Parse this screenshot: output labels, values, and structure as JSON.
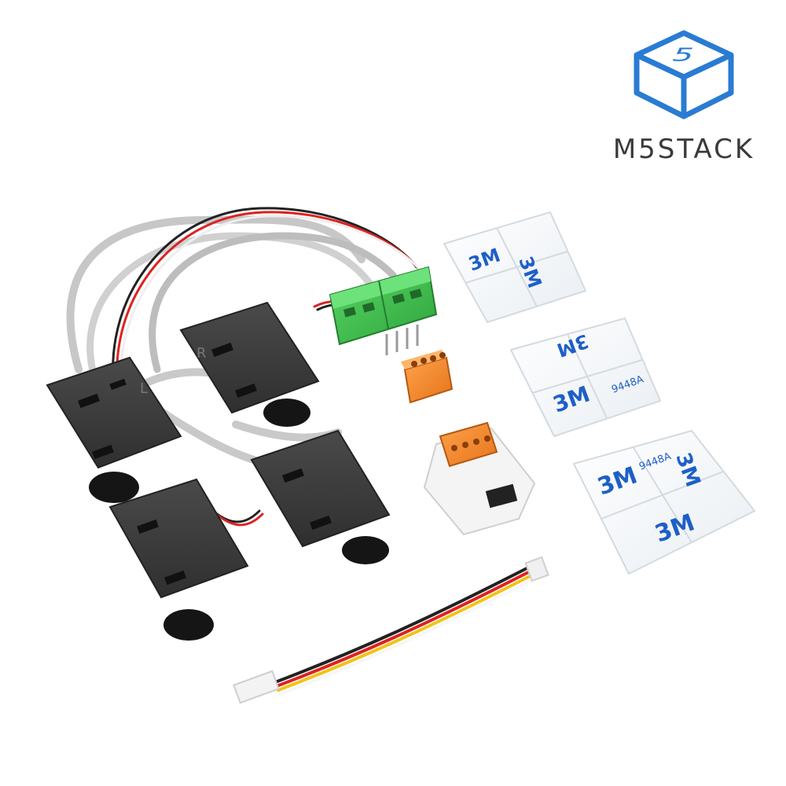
{
  "brand": {
    "name": "M5STACK",
    "logo_glyph": "5",
    "logo_color": "#2a7bd3",
    "text_color": "#3a3a3a"
  },
  "tape_marks": {
    "brand": "3M",
    "code": "9448A",
    "color": "#1e5fc7"
  },
  "sensor_marks": [
    "L",
    "R"
  ],
  "colors": {
    "sensor_body": "#3d3d3d",
    "terminal_green": "#3dbd4a",
    "terminal_orange": "#f28a2e",
    "unit_white": "#f2f2f2",
    "cable_grey": "#bdbdbd"
  }
}
